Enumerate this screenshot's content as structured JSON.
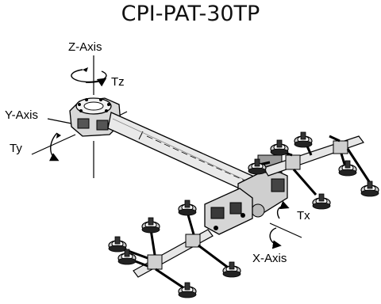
{
  "title": "CPI-PAT-30TP",
  "labels": {
    "z_axis": "Z-Axis",
    "tz": "Tz",
    "y_axis": "Y-Axis",
    "ty": "Ty",
    "tx": "Tx",
    "x_axis": "X-Axis"
  },
  "colors": {
    "ink": "#000000",
    "tube_fill": "#e6e6e6",
    "part_fill": "#d4d4d4",
    "dark": "#3a3a3a",
    "background": "#ffffff"
  }
}
